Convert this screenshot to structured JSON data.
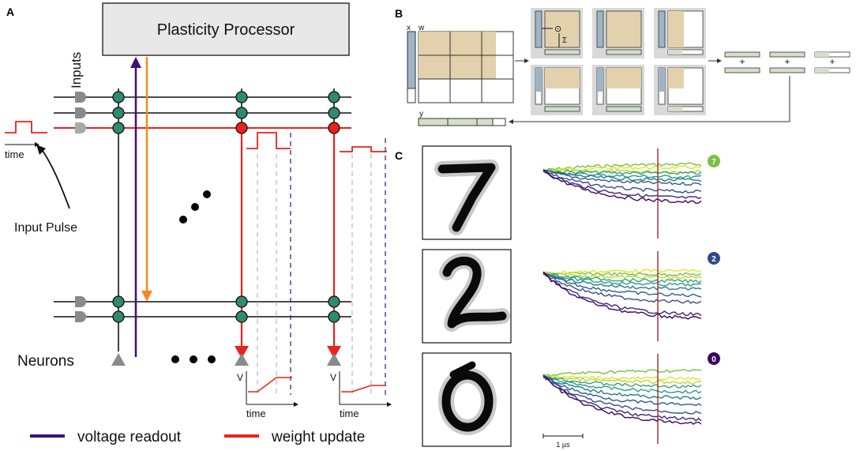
{
  "panel_a": {
    "letter": "A",
    "processor_label": "Plasticity Processor",
    "inputs_label": "Inputs",
    "neurons_label": "Neurons",
    "input_pulse_label": "Input Pulse",
    "time_label": "time",
    "v_label": "V",
    "legend": [
      {
        "label": "voltage readout",
        "color": "#3d0f78"
      },
      {
        "label": "weight update",
        "color": "#e8221c"
      }
    ]
  },
  "panel_b": {
    "letter": "B",
    "x_label": "x",
    "w_label": "w",
    "y_label": "y",
    "sum_symbol": "Σ",
    "mult_symbol": "⊙",
    "plus_symbol": "+"
  },
  "panel_c": {
    "letter": "C",
    "scale_label": "1 µs",
    "examples": [
      {
        "digit": "7",
        "badge_color": "#79c143",
        "digit_text_color": "#ffffff"
      },
      {
        "digit": "2",
        "badge_color": "#2f4a8c",
        "digit_text_color": "#ffffff"
      },
      {
        "digit": "0",
        "badge_color": "#3b0a5c",
        "digit_text_color": "#ffffff"
      }
    ]
  },
  "colors": {
    "teal_node": "#2e8b6e",
    "red": "#e8221c",
    "purple": "#3d0f78",
    "orange": "#f5891f",
    "tan": "#e2d1ac",
    "steel": "#9fb5c7",
    "pale_green": "#d3dfc9"
  }
}
